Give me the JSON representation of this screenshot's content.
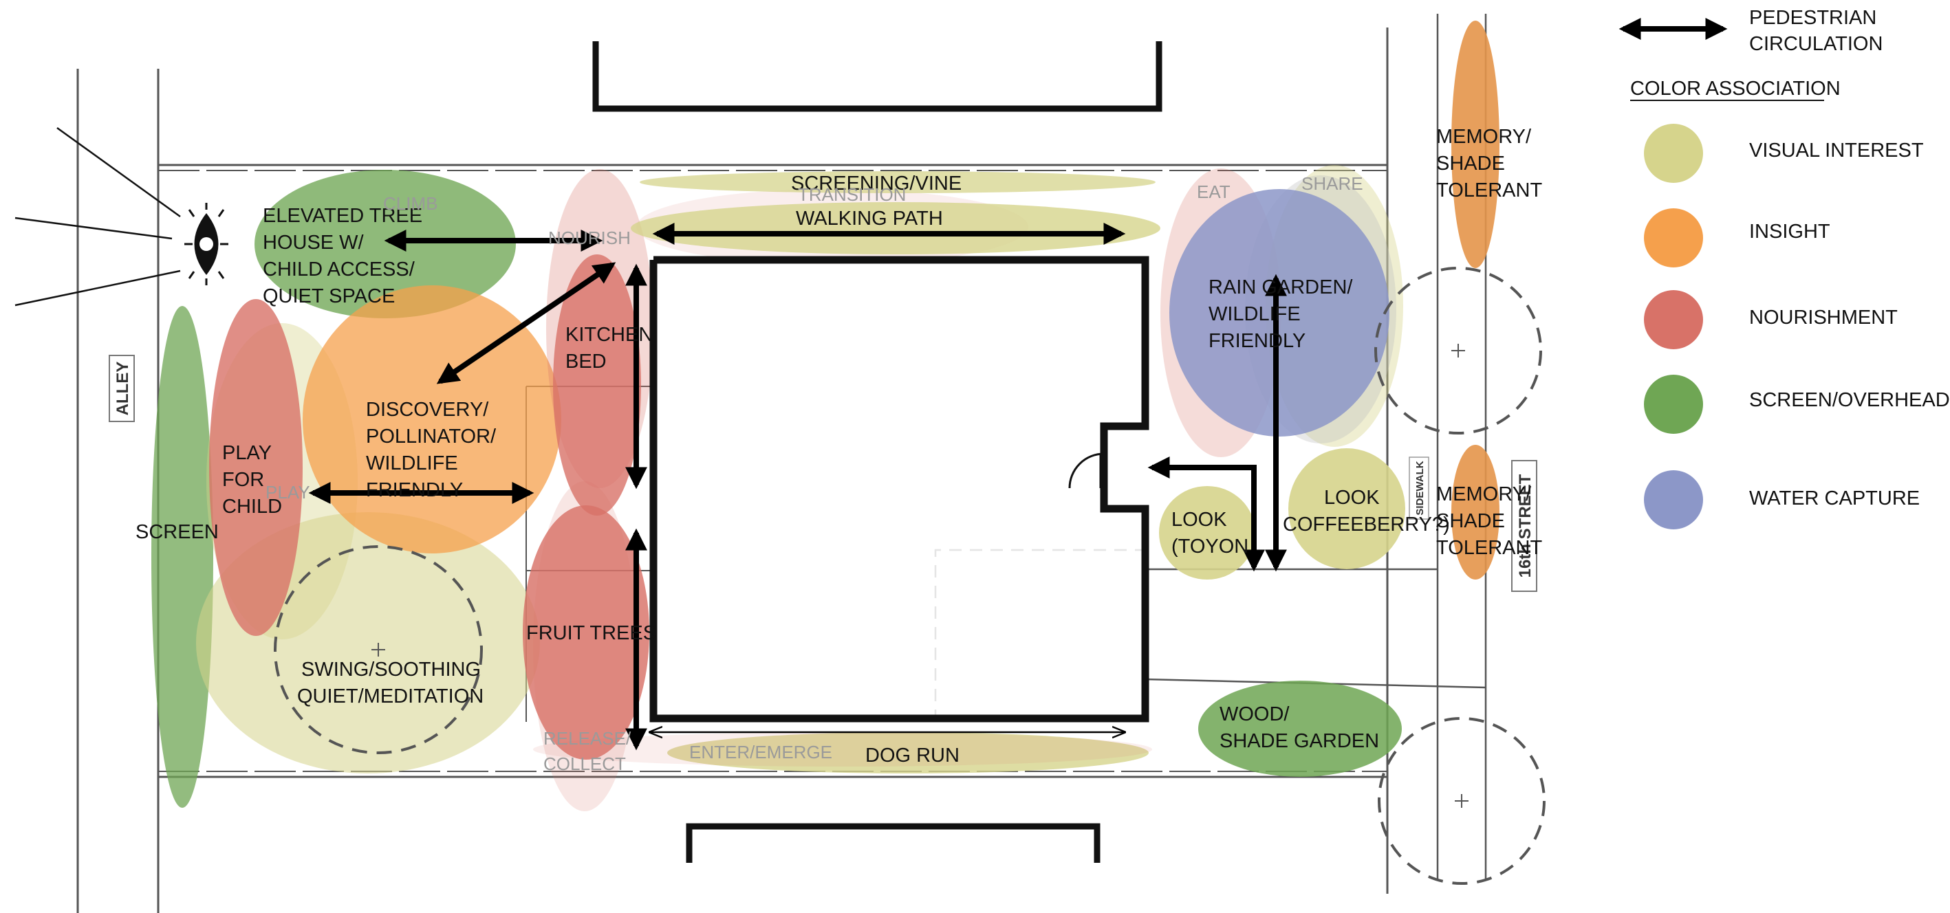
{
  "legend": {
    "circulation": [
      "PEDESTRIAN",
      "CIRCULATION"
    ],
    "color_title": "COLOR ASSOCIATION",
    "items": [
      {
        "label": "VISUAL INTEREST",
        "color": "#d6d48c",
        "icon": "visual-interest-swatch"
      },
      {
        "label": "INSIGHT",
        "color": "#f5a04c",
        "icon": "insight-swatch"
      },
      {
        "label": "NOURISHMENT",
        "color": "#d87268",
        "icon": "nourishment-swatch"
      },
      {
        "label": "SCREEN/OVERHEAD",
        "color": "#6fa654",
        "icon": "screen-overhead-swatch"
      },
      {
        "label": "WATER CAPTURE",
        "color": "#8c97c8",
        "icon": "water-capture-swatch"
      }
    ]
  },
  "streets": {
    "alley": "ALLEY",
    "sixteenth": "16th STREET",
    "sidewalk": "SIDEWALK"
  },
  "zones": {
    "tree_house": [
      "ELEVATED TREE",
      "HOUSE W/",
      "CHILD ACCESS/",
      "QUIET SPACE"
    ],
    "climb": "CLIMB",
    "nourish": "NOURISH",
    "screening": "SCREENING/VINE",
    "transition": "TRANSITION",
    "walking_path": "WALKING PATH",
    "eat": "EAT",
    "share": "SHARE",
    "rain_garden": [
      "RAIN GARDEN/",
      "WILDLIFE",
      "FRIENDLY"
    ],
    "memory_top": [
      "MEMORY/",
      "SHADE",
      "TOLERANT"
    ],
    "memory_bottom": [
      "MEMORY/",
      "SHADE",
      "TOLERANT"
    ],
    "kitchen_bed": [
      "KITCHEN",
      "BED"
    ],
    "discovery": [
      "DISCOVERY/",
      "POLLINATOR/",
      "WILDLIFE",
      "FRIENDLY"
    ],
    "play": [
      "PLAY",
      "FOR",
      "CHILD"
    ],
    "play_faint": "PLAY",
    "screen": "SCREEN",
    "look_toyon": [
      "LOOK",
      "(TOYON"
    ],
    "look_coffeeberry": [
      "LOOK",
      "COFFEEBERRY?)"
    ],
    "swing": [
      "SWING/SOOTHING",
      "QUIET/MEDITATION"
    ],
    "fruit_trees": "FRUIT TREES",
    "release": [
      "RELEASE/",
      "COLLECT"
    ],
    "enter": "ENTER/EMERGE",
    "dog_run": "DOG RUN",
    "wood_garden": [
      "WOOD/",
      "SHADE GARDEN"
    ]
  }
}
